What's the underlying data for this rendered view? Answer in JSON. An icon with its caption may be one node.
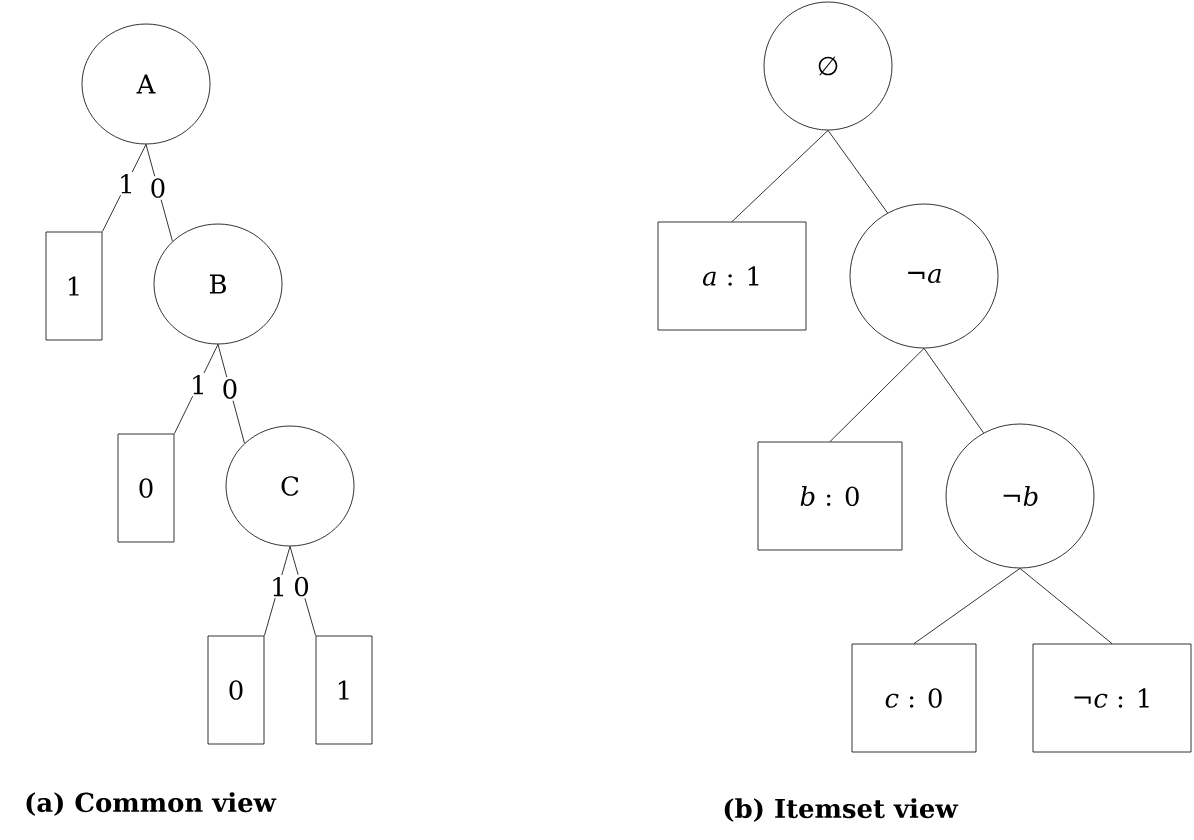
{
  "diagram": {
    "nodes": [
      {
        "text": [
          "A"
        ]
      },
      {
        "text": [
          "1"
        ]
      },
      {
        "text": [
          "B"
        ]
      },
      {
        "text": [
          "0"
        ]
      },
      {
        "text": [
          "C"
        ]
      },
      {
        "text": [
          "0"
        ]
      },
      {
        "text": [
          "1"
        ]
      },
      {
        "text": [
          "∅"
        ]
      },
      {
        "text": [
          "*a* : 1"
        ]
      },
      {
        "text": [
          "¬*a*"
        ]
      },
      {
        "text": [
          "*b* : 0"
        ]
      },
      {
        "text": [
          "¬*b*"
        ]
      },
      {
        "text": [
          "*c* : 0"
        ]
      },
      {
        "text": [
          "¬*c* : 1"
        ]
      }
    ],
    "edges": [
      {
        "from": 0,
        "to": 1,
        "arrow": "none",
        "label": "1"
      },
      {
        "from": 0,
        "to": 2,
        "arrow": "none",
        "label": "0"
      },
      {
        "from": 2,
        "to": 3,
        "arrow": "none",
        "label": "1"
      },
      {
        "from": 2,
        "to": 4,
        "arrow": "none",
        "label": "0"
      },
      {
        "from": 4,
        "to": 5,
        "arrow": "none",
        "label": "1"
      },
      {
        "from": 4,
        "to": 6,
        "arrow": "none",
        "label": "0"
      },
      {
        "from": 7,
        "to": 8,
        "arrow": "none"
      },
      {
        "from": 7,
        "to": 9,
        "arrow": "none"
      },
      {
        "from": 9,
        "to": 10,
        "arrow": "none"
      },
      {
        "from": 9,
        "to": 11,
        "arrow": "none"
      },
      {
        "from": 11,
        "to": 12,
        "arrow": "none"
      },
      {
        "from": 11,
        "to": 13,
        "arrow": "none"
      }
    ],
    "labels": [
      "(a) Common view",
      "(b) Itemset view"
    ]
  }
}
